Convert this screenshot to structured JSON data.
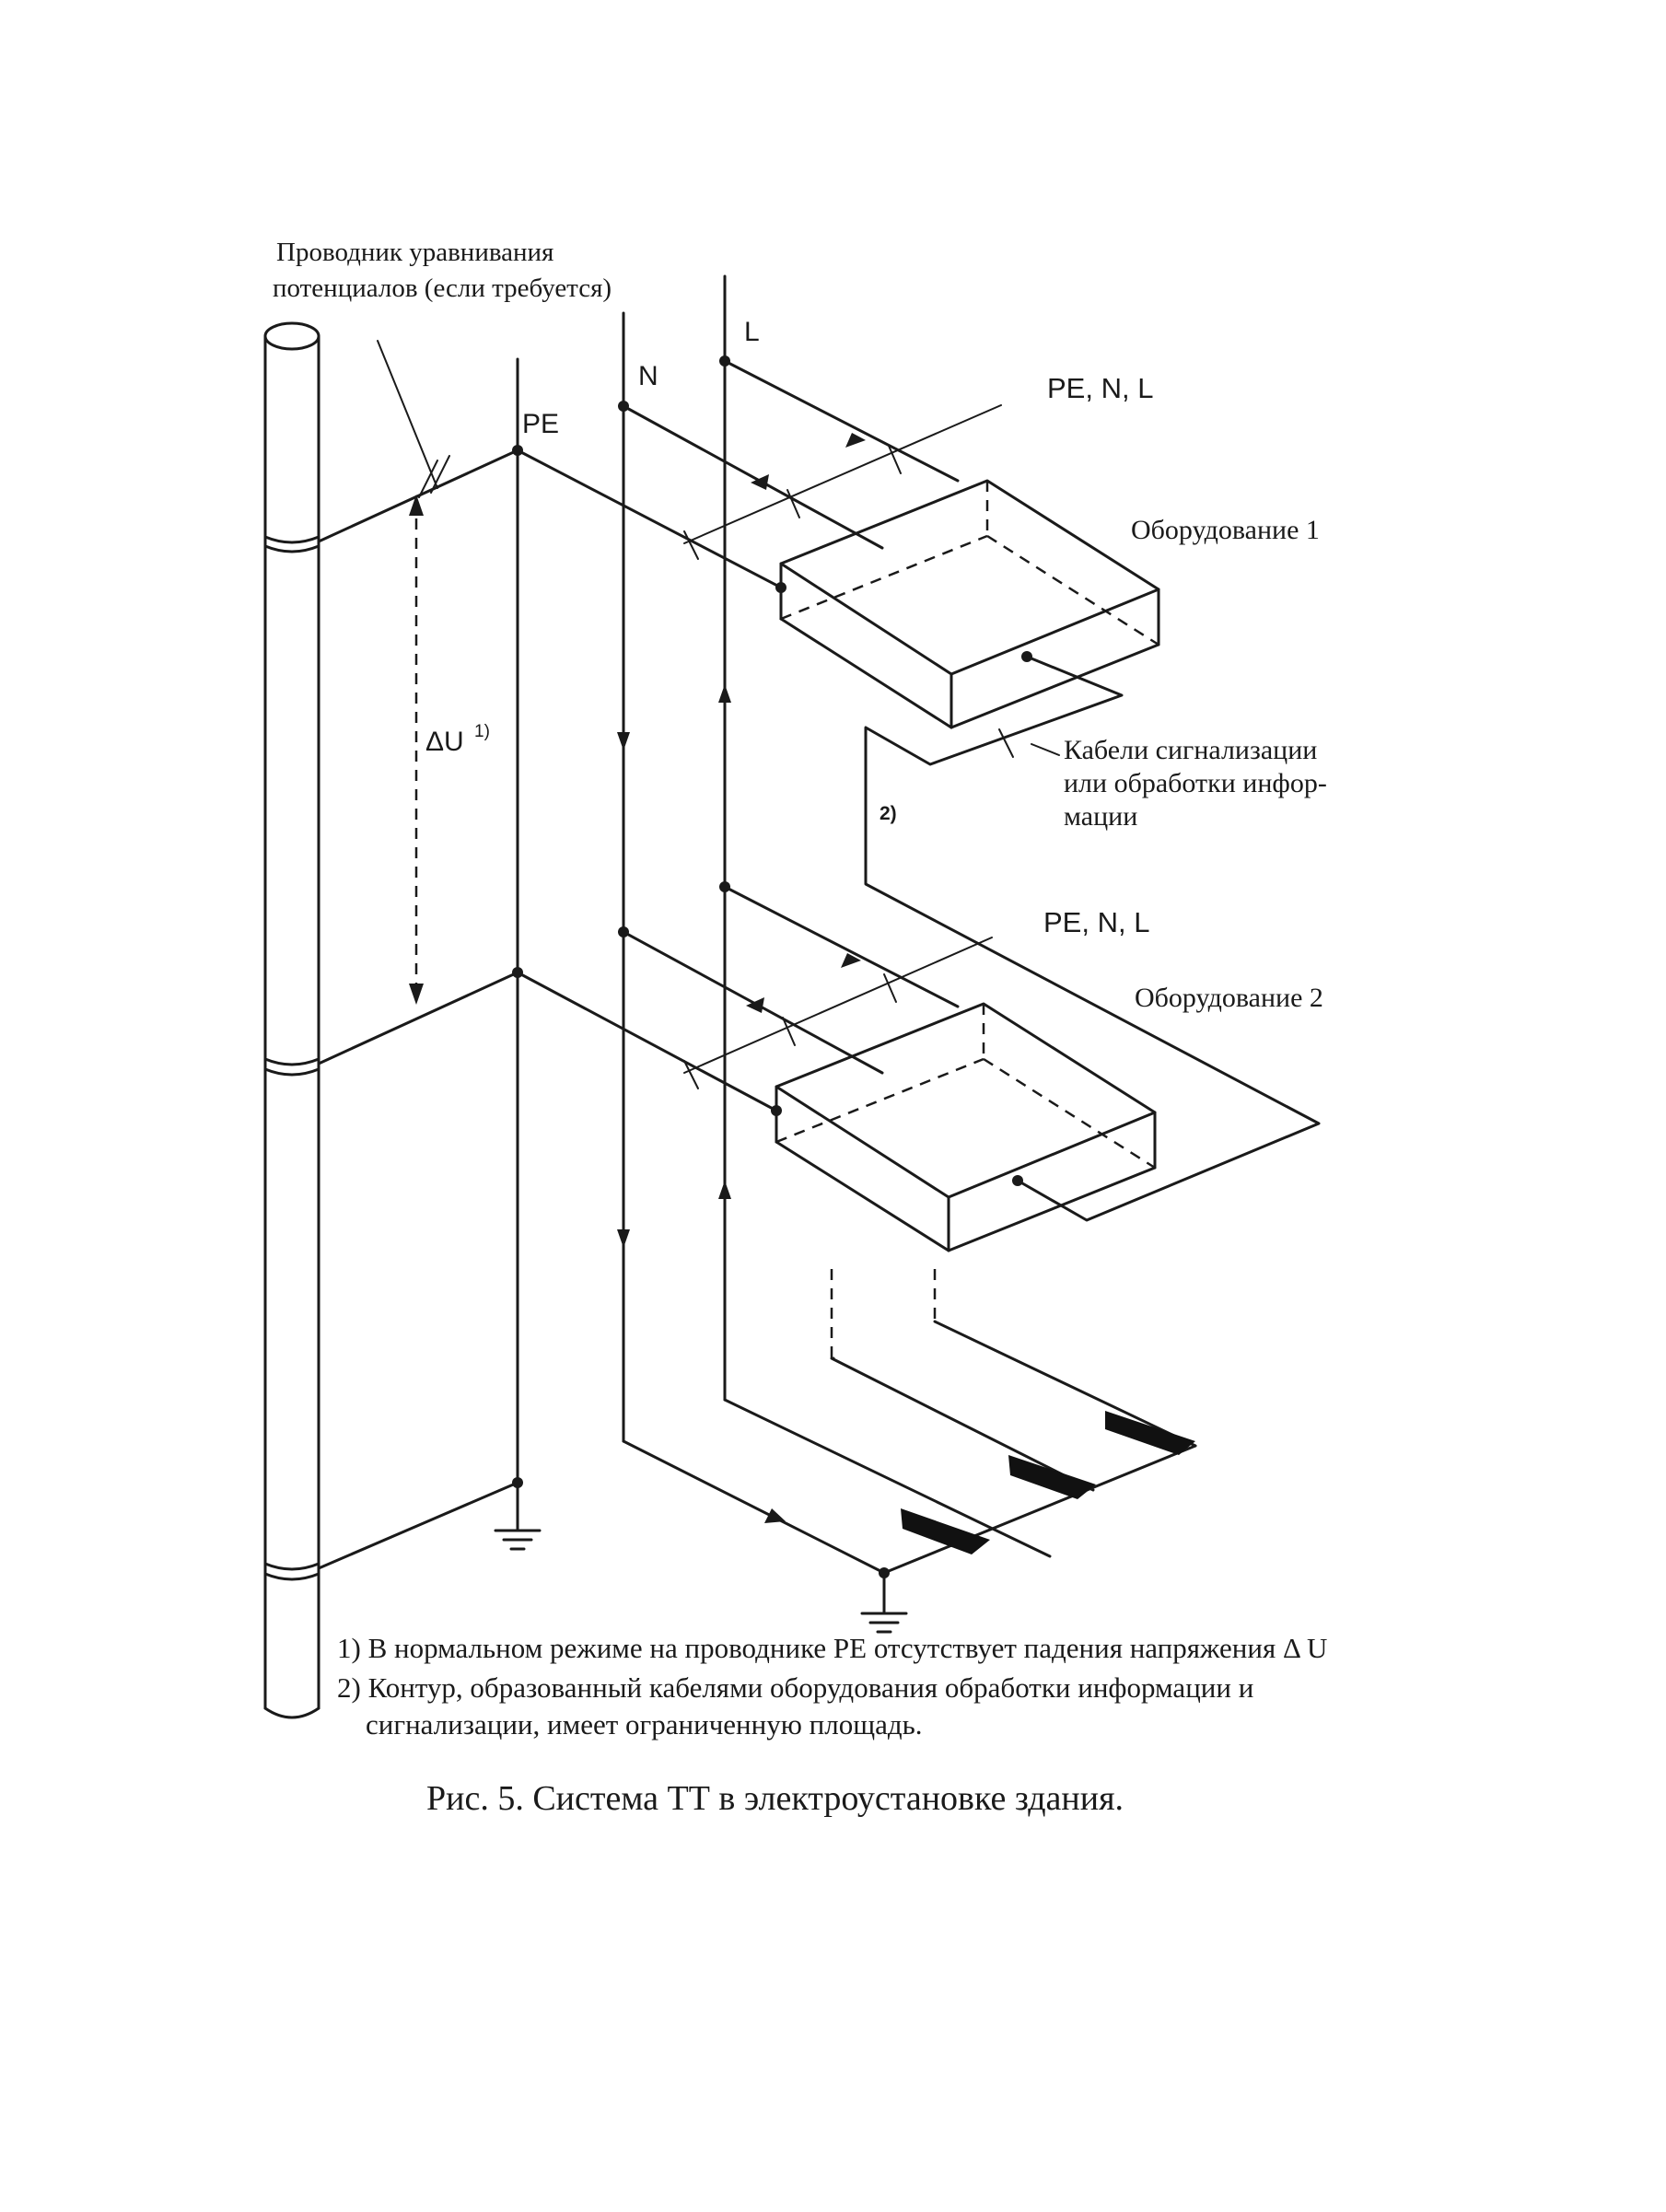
{
  "diagram": {
    "labels": {
      "equalization_line1": "Проводник уравнивания",
      "equalization_line2": "потенциалов (если требуется)",
      "pe": "PE",
      "n": "N",
      "l": "L",
      "pe_n_l_top": "PE, N, L",
      "pe_n_l_bottom": "PE, N, L",
      "equipment_1": "Оборудование 1",
      "equipment_2": "Оборудование 2",
      "cables_line1": "Кабели сигнализации",
      "cables_line2": "или обработки инфор-",
      "cables_line3": "мации",
      "note_ref_2": "2)",
      "delta_u": "ΔU",
      "delta_u_sup": "1)"
    },
    "notes": {
      "note_1": "1) В нормальном режиме на проводнике PE отсутствует падения напряжения Δ U",
      "note_2_line1": "2) Контур, образованный кабелями оборудования обработки информации и",
      "note_2_line2": "сигнализации, имеет ограниченную площадь."
    },
    "caption": "Рис. 5. Система ТТ в электроустановке здания."
  }
}
